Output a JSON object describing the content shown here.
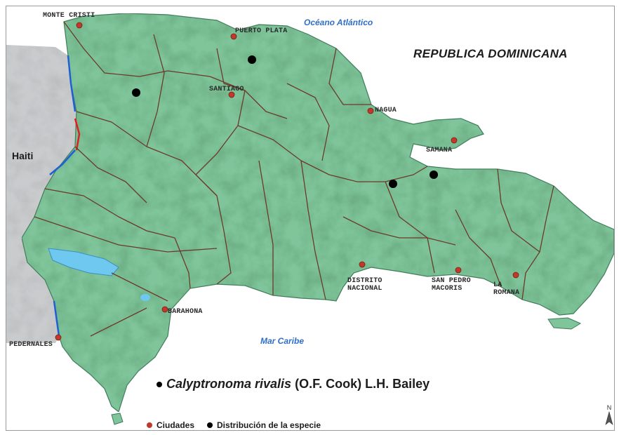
{
  "map": {
    "title": "REPUBLICA DOMINICANA",
    "country_label": "Haiti",
    "ocean_north": "Océano Atlántico",
    "sea_south": "Mar Caribe",
    "colors": {
      "land": "#7fc49a",
      "land_shadow": "#68b085",
      "province_border": "#6b3a2a",
      "neighbor_land": "#c9cbcd",
      "water": "#58b8e8",
      "coast_blue": "#1f5fd6",
      "border_red": "#e02020",
      "city_marker": "#c0392b",
      "species_marker": "#000000",
      "ocean_label": "#2f6fc8"
    },
    "cities": [
      {
        "id": "monte-cristi",
        "label": "MONTE CRISTI"
      },
      {
        "id": "puerto-plata",
        "label": "PUERTO PLATA"
      },
      {
        "id": "santiago",
        "label": "SANTIAGO"
      },
      {
        "id": "nagua",
        "label": "NAGUA"
      },
      {
        "id": "samana",
        "label": "SAMANA"
      },
      {
        "id": "distrito-nacional",
        "label": "DISTRITO NACIONAL"
      },
      {
        "id": "san-pedro-macoris",
        "label": "SAN PEDRO MACORIS"
      },
      {
        "id": "la-romana",
        "label": "LA ROMANA"
      },
      {
        "id": "barahona",
        "label": "BARAHONA"
      },
      {
        "id": "pedernales",
        "label": "PEDERNALES"
      }
    ],
    "species_records": 4
  },
  "species": {
    "name": "Calyptronoma rivalis",
    "authority": "(O.F. Cook) L.H. Bailey"
  },
  "legend": {
    "cities_label": "Ciudades",
    "distribution_label": "Distribución de la especie"
  },
  "north": {
    "label": "N"
  }
}
